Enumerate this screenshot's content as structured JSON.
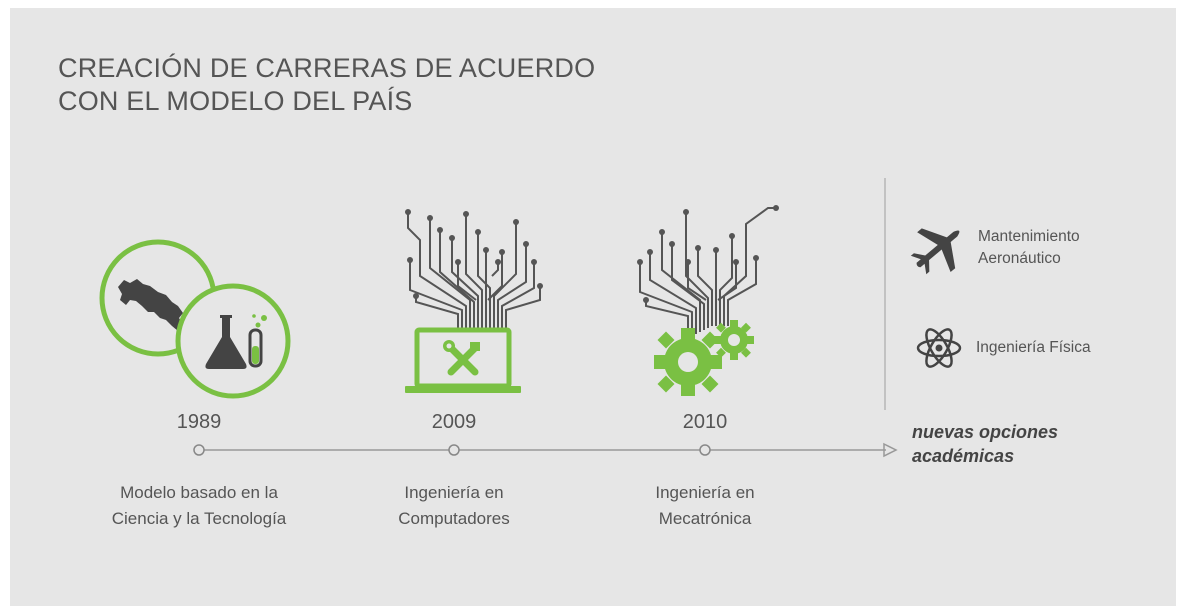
{
  "title": {
    "line1": "CREACIÓN DE CARRERAS DE ACUERDO",
    "line2": "CON EL MODELO DEL PAÍS"
  },
  "milestones": [
    {
      "year": "1989",
      "caption_line1": "Modelo basado en la",
      "caption_line2": "Ciencia y la Tecnología",
      "icon": "costa-rica-map-and-lab-flask-icon"
    },
    {
      "year": "2009",
      "caption_line1": "Ingeniería en",
      "caption_line2": "Computadores",
      "icon": "laptop-circuit-tools-icon"
    },
    {
      "year": "2010",
      "caption_line1": "Ingeniería en",
      "caption_line2": "Mecatrónica",
      "icon": "gears-circuit-icon"
    }
  ],
  "new_options": {
    "label_line1": "nuevas opciones",
    "label_line2": "académicas",
    "items": [
      {
        "line1": "Mantenimiento",
        "line2": "Aeronáutico",
        "icon": "airplane-icon"
      },
      {
        "line1": "Ingeniería Física",
        "line2": "",
        "icon": "atom-icon"
      }
    ]
  },
  "colors": {
    "accent_green": "#7ac043",
    "dark_gray": "#444444",
    "text_gray": "#555555",
    "line_gray": "#999999",
    "background": "#e6e6e6"
  }
}
